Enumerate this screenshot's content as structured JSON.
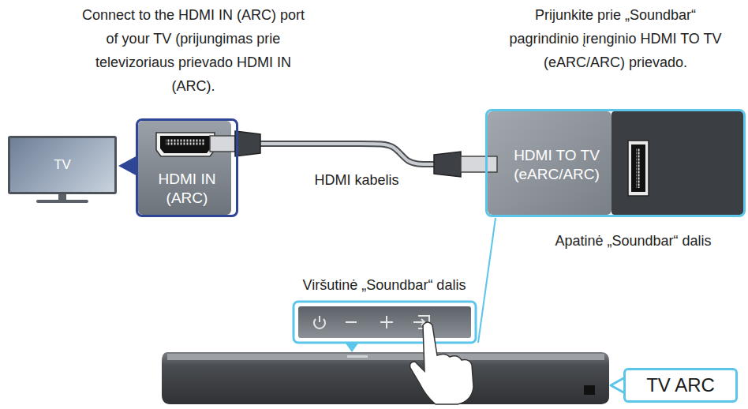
{
  "diagram": {
    "nodes": [
      {
        "text": [
          "TV"
        ]
      },
      {
        "text": [
          "HDMI IN (ARC)"
        ]
      },
      {
        "text": [
          "HDMI TO TV (eARC/ARC)"
        ]
      },
      {
        "text": [
          "TV ARC"
        ]
      }
    ],
    "edges": [
      {
        "from": 1,
        "to": 2,
        "arrow": "none",
        "label": "HDMI kabelis"
      }
    ],
    "labels": [
      "Connect to the HDMI IN (ARC) port of your TV (prijungimas prie televizoriaus prievado HDMI IN (ARC).",
      "Prijunkite prie „Soundbar“ pagrindinio įrenginio HDMI TO TV (eARC/ARC) prievado.",
      "Apatinė „Soundbar“ dalis",
      "Viršutinė „Soundbar“ dalis"
    ]
  }
}
